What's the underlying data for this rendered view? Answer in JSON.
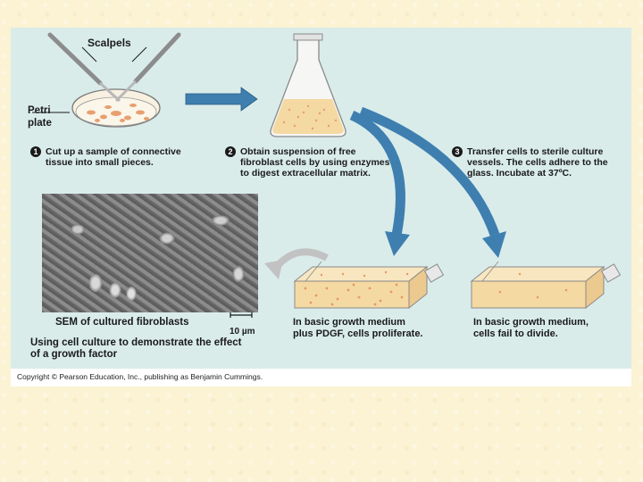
{
  "labels": {
    "scalpels": "Scalpels",
    "petri_line1": "Petri",
    "petri_line2": "plate"
  },
  "steps": [
    {
      "number": "1",
      "lines": [
        "Cut up a sample of connective",
        "tissue into small pieces."
      ]
    },
    {
      "number": "2",
      "lines": [
        "Obtain suspension of free",
        "fibroblast cells by using enzymes",
        "to digest extracellular matrix."
      ]
    },
    {
      "number": "3",
      "lines": [
        "Transfer cells to sterile culture",
        "vessels. The cells adhere to the",
        "glass. Incubate at 37ºC."
      ]
    }
  ],
  "results": {
    "with_pdgf": [
      "In basic growth medium",
      "plus PDGF, cells proliferate."
    ],
    "without_pdgf": [
      "In basic growth medium,",
      "cells fail to divide."
    ]
  },
  "micrograph": {
    "caption": "SEM of cultured fibroblasts",
    "scale": "10 µm"
  },
  "figure_title": [
    "Using cell culture to demonstrate the effect",
    "of a growth factor"
  ],
  "copyright": "Copyright © Pearson Education, Inc., publishing as Benjamin Cummings.",
  "colors": {
    "panel": "#d9ecea",
    "arrow_blue": "#3e7fb0",
    "medium": "#f5d9a2",
    "cells": "#e9a070"
  }
}
